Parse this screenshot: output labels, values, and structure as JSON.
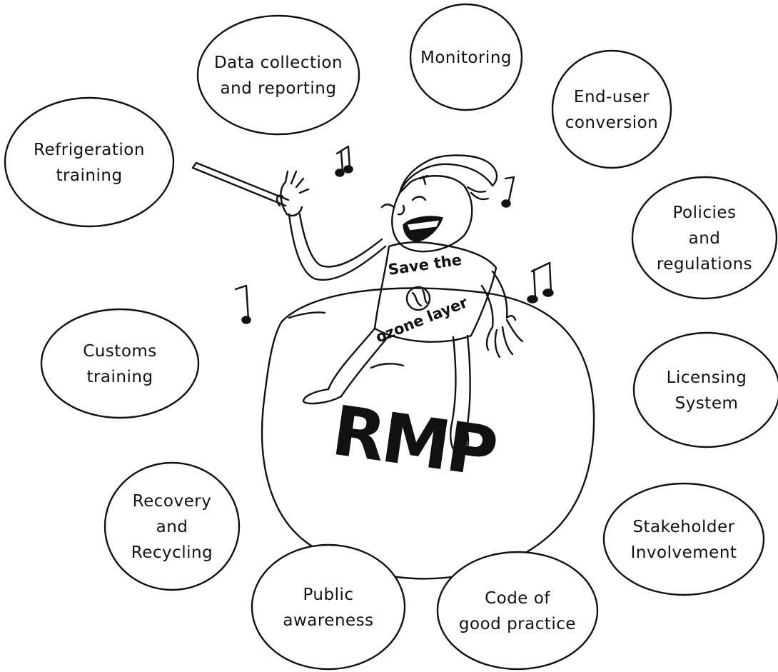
{
  "center": {
    "label": "RMP",
    "shirt_line1": "Save the",
    "shirt_line2": "ozone layer"
  },
  "bubbles": [
    {
      "lines": [
        "Data collection",
        "and reporting"
      ]
    },
    {
      "lines": [
        "Monitoring"
      ]
    },
    {
      "lines": [
        "End-user",
        "conversion"
      ]
    },
    {
      "lines": [
        "Refrigeration",
        "training"
      ]
    },
    {
      "lines": [
        "Policies",
        "and",
        "regulations"
      ]
    },
    {
      "lines": [
        "Customs",
        "training"
      ]
    },
    {
      "lines": [
        "Licensing",
        "System"
      ]
    },
    {
      "lines": [
        "Recovery",
        "and",
        "Recycling"
      ]
    },
    {
      "lines": [
        "Stakeholder",
        "Involvement"
      ]
    },
    {
      "lines": [
        "Public",
        "awareness"
      ]
    },
    {
      "lines": [
        "Code of",
        "good practice"
      ]
    }
  ]
}
